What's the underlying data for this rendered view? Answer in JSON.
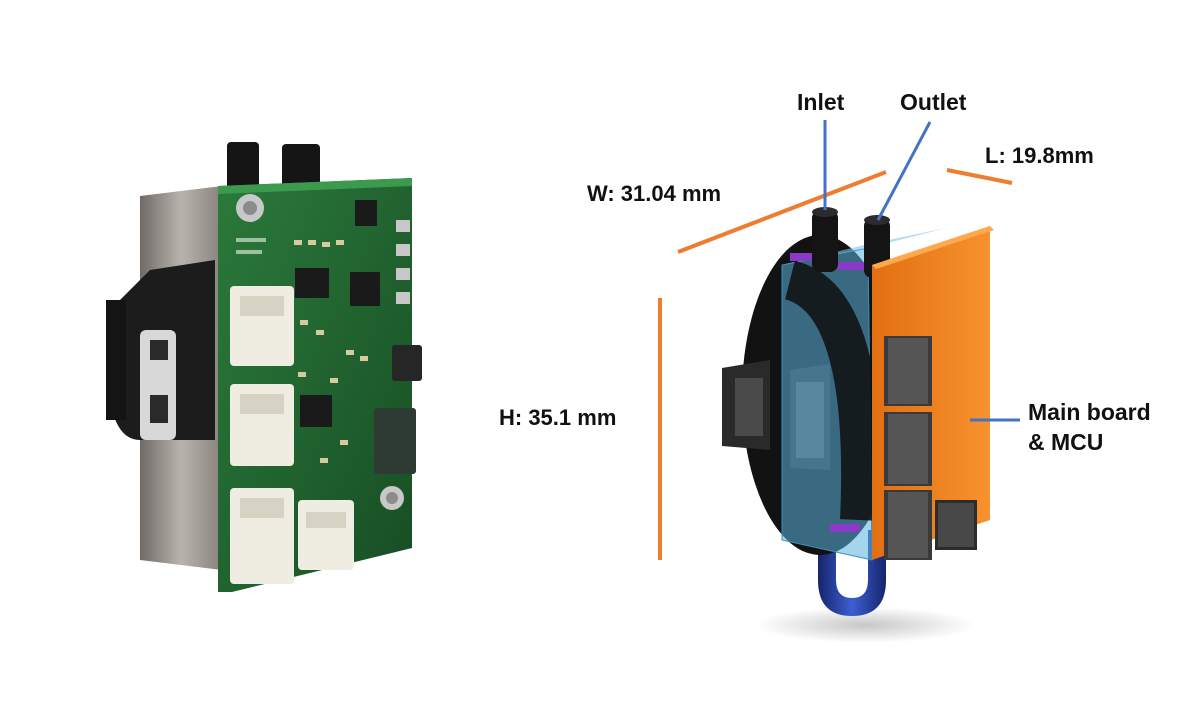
{
  "labels": {
    "inlet": "Inlet",
    "outlet": "Outlet",
    "width": "W: 31.04 mm",
    "length": "L: 19.8mm",
    "height": "H: 35.1 mm",
    "main_board_line1": "Main board",
    "main_board_line2": "& MCU"
  },
  "colors": {
    "dimension_line": "#ed7d31",
    "leader_line": "#4472c4",
    "main_board": "#f5851f",
    "housing": "#5ab3dc",
    "pcb": "#1d5a2c",
    "connector": "#efece2"
  },
  "icons": {
    "left_photo": "pump-module-pcb-photo",
    "right_model": "pump-module-3d-model"
  }
}
